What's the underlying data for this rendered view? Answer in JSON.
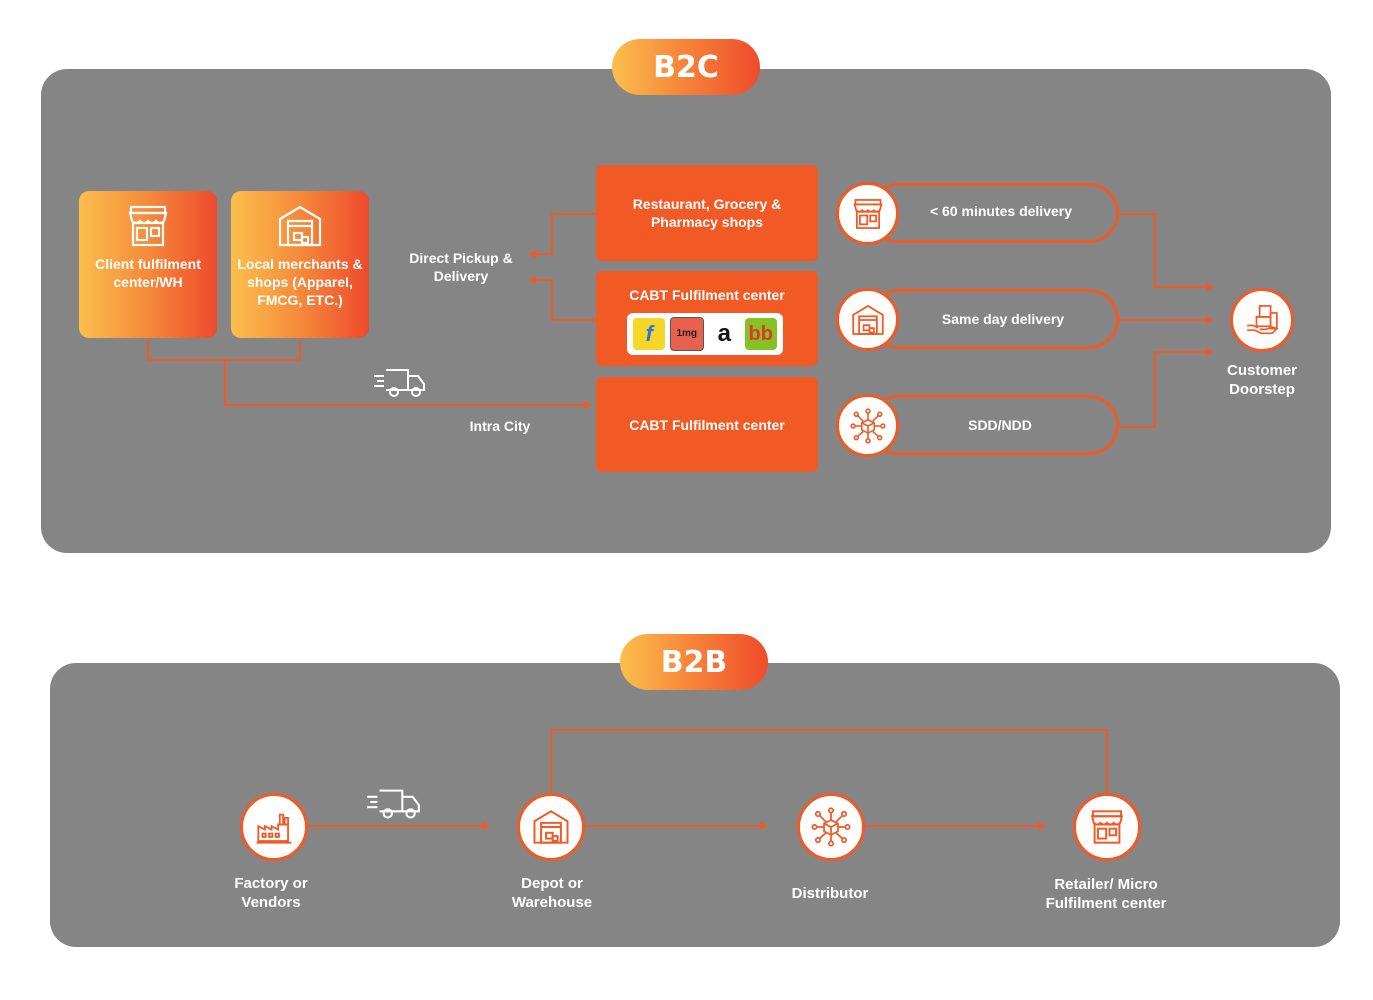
{
  "b2c": {
    "title": "B2C",
    "sources": [
      {
        "label": "Client fulfilment center/WH",
        "icon": "store-icon"
      },
      {
        "label": "Local merchants & shops (Apparel, FMCG, ETC.)",
        "icon": "warehouse-icon"
      }
    ],
    "direct_pickup_label": "Direct Pickup & Delivery",
    "intra_city_label": "Intra City",
    "centers": [
      {
        "label": "Restaurant, Grocery & Pharmacy shops"
      },
      {
        "label": "CABT Fulfilment center",
        "logos": [
          "flipkart-logo",
          "tmg-logo",
          "amazon-logo",
          "bigbasket-logo"
        ]
      },
      {
        "label": "CABT Fulfilment center"
      }
    ],
    "deliveries": [
      {
        "label": "< 60 minutes delivery",
        "icon": "store-icon"
      },
      {
        "label": "Same day delivery",
        "icon": "warehouse-icon"
      },
      {
        "label": "SDD/NDD",
        "icon": "network-icon"
      }
    ],
    "destination": {
      "label": "Customer Doorstep",
      "icon": "package-hand-icon"
    },
    "truck_icon": "delivery-truck-icon"
  },
  "b2b": {
    "title": "B2B",
    "nodes": [
      {
        "label": "Factory or Vendors",
        "icon": "factory-icon"
      },
      {
        "label": "Depot or Warehouse",
        "icon": "warehouse-icon"
      },
      {
        "label": "Distributor",
        "icon": "network-icon"
      },
      {
        "label": "Retailer/ Micro Fulfilment center",
        "icon": "store-icon"
      }
    ],
    "truck_icon": "delivery-truck-icon"
  },
  "colors": {
    "accent": "#f15a24",
    "panel": "#858585",
    "gradient_start": "#fbbf4d",
    "gradient_end": "#ef4b2b"
  }
}
